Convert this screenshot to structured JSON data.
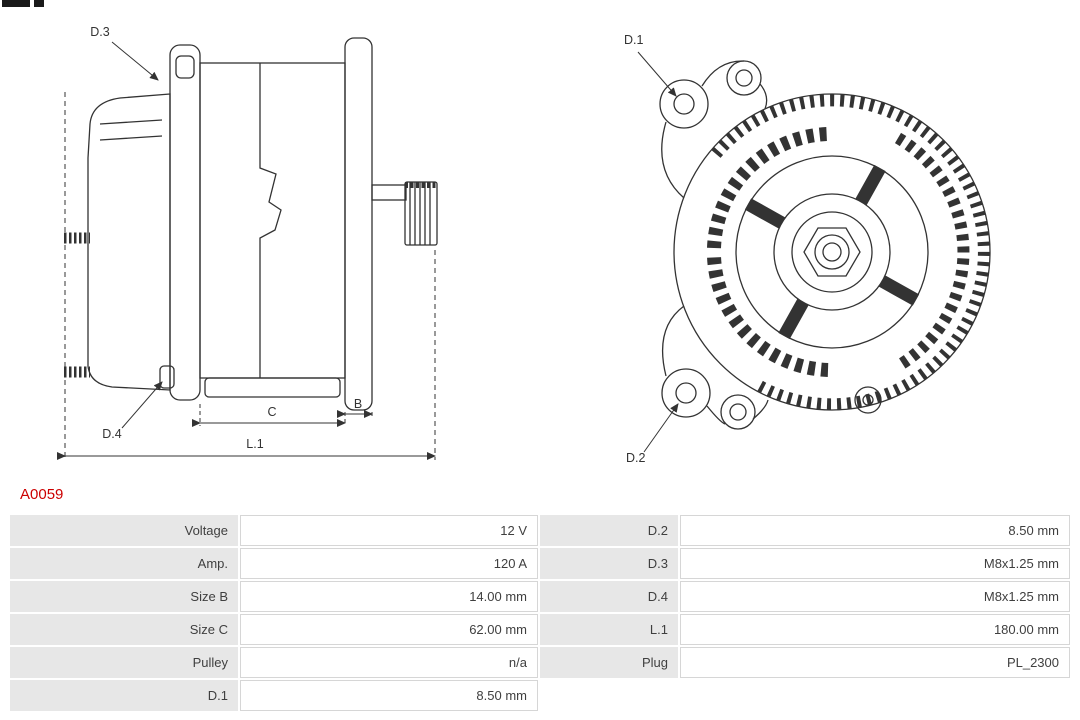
{
  "part_number": "A0059",
  "colors": {
    "accent_red": "#cc0000",
    "line": "#333333",
    "table_label_bg": "#e7e7e7",
    "table_border": "#d6d6d6",
    "text": "#3f3f3f"
  },
  "side_view": {
    "labels": {
      "d3": "D.3",
      "d4": "D.4",
      "c": "C",
      "b": "B",
      "l1": "L.1"
    }
  },
  "front_view": {
    "labels": {
      "d1": "D.1",
      "d2": "D.2"
    }
  },
  "spec_table": {
    "rows": [
      [
        "Voltage",
        "12 V",
        "D.2",
        "8.50 mm"
      ],
      [
        "Amp.",
        "120 A",
        "D.3",
        "M8x1.25 mm"
      ],
      [
        "Size B",
        "14.00 mm",
        "D.4",
        "M8x1.25 mm"
      ],
      [
        "Size C",
        "62.00 mm",
        "L.1",
        "180.00 mm"
      ],
      [
        "Pulley",
        "n/a",
        "Plug",
        "PL_2300"
      ],
      [
        "D.1",
        "8.50 mm",
        "",
        ""
      ]
    ]
  }
}
